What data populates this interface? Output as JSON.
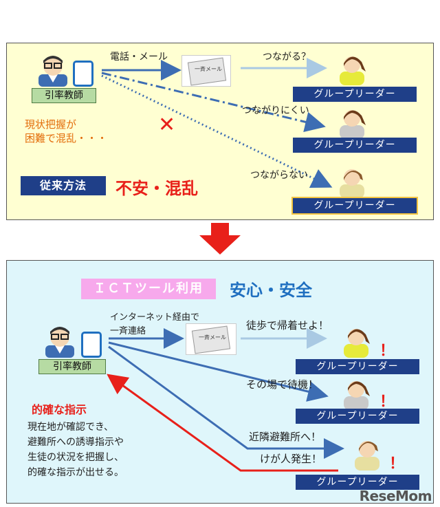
{
  "top": {
    "teacher_label": "引率教師",
    "arrow_label_call": "電話・メール",
    "envelope_label": "一斉メール",
    "status_ok": "つながる？",
    "status_hard": "つながりにくい",
    "status_none": "つながらない",
    "leader_label": "グループリーダー",
    "confusion_line1": "現状把握が",
    "confusion_line2": "困難で混乱・・・",
    "method_label": "従来方法",
    "method_result": "不安・混乱",
    "x_mark": "✕"
  },
  "down_arrow_color": "#e8201a",
  "bottom": {
    "ict_label": "ＩＣＴツール利用",
    "ict_result": "安心・安全",
    "teacher_label": "引率教師",
    "net_line1": "インターネット経由で",
    "net_line2": "一斉連絡",
    "envelope_label": "一斉メール",
    "msg_walk": "徒歩で帰着せよ！",
    "msg_wait": "その場で待機！",
    "msg_shelter": "近隣避難所へ！",
    "msg_injury": "けが人発生！",
    "leader_label": "グループリーダー",
    "precise_title": "的確な指示",
    "desc_line1": "現在地が確認でき、",
    "desc_line2": "避難所への誘導指示や",
    "desc_line3": "生徒の状況を把握し、",
    "desc_line4": "的確な指示が出せる。",
    "exclaim": "！"
  },
  "watermark": "ReseMom",
  "colors": {
    "navy": "#1f3f88",
    "blue_arrow": "#3d6db3",
    "light_arrow": "#a9c9e3",
    "red": "#e8201a",
    "orange_text": "#e36c0a",
    "ict_text": "#1f6fc0",
    "pink_box": "#f7a9ec"
  }
}
